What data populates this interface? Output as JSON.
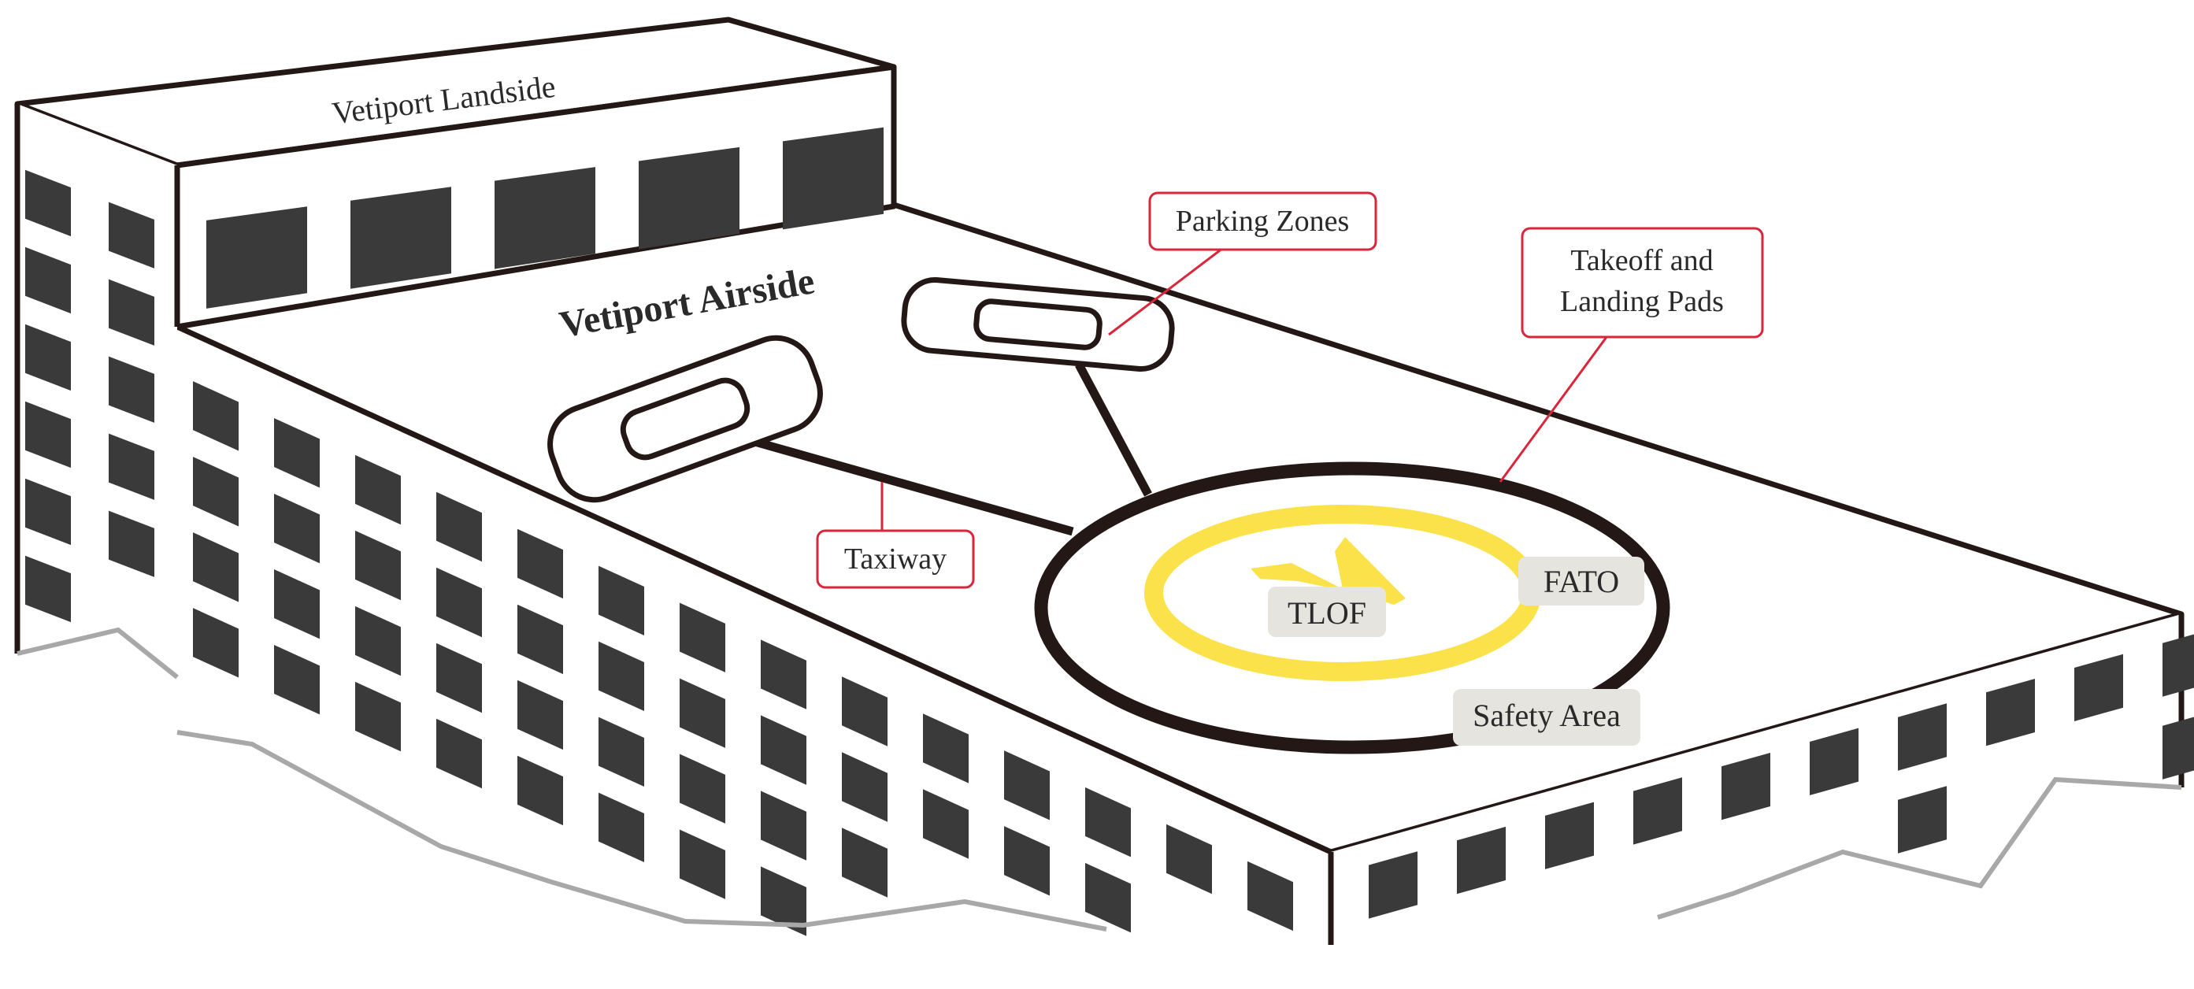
{
  "title": "",
  "buildings": {
    "landside_label": "Vetiport Landside",
    "airside_label": "Vetiport Airside"
  },
  "callouts": {
    "parking_zones": "Parking Zones",
    "takeoff_landing_line1": "Takeoff and",
    "takeoff_landing_line2": "Landing Pads",
    "taxiway": "Taxiway"
  },
  "pad_labels": {
    "tlof": "TLOF",
    "fato": "FATO",
    "safety_area": "Safety Area"
  },
  "colors": {
    "outline": "#231815",
    "window": "#3a3a3a",
    "callout_border": "#d9263a",
    "tlof_ring": "#fbe24a",
    "label_bg": "#e6e4df",
    "ground_line": "#a8a8a8"
  }
}
